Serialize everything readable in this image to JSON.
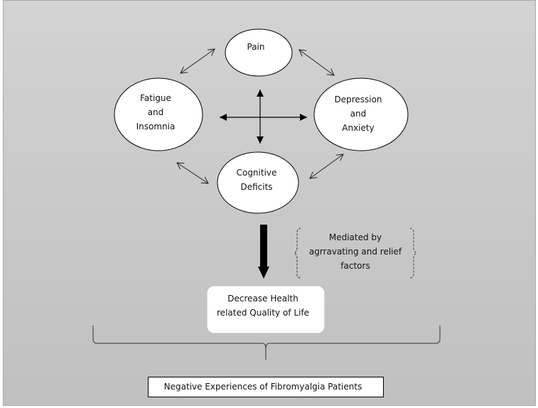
{
  "diagram": {
    "nodes": {
      "pain": {
        "lines": [
          "Pain"
        ]
      },
      "fatigue": {
        "lines": [
          "Fatigue",
          "and",
          "Insomnia"
        ]
      },
      "depression": {
        "lines": [
          "Depression",
          "and",
          "Anxiety"
        ]
      },
      "cognitive": {
        "lines": [
          "Cognitive",
          "Deficits"
        ]
      }
    },
    "mediator": {
      "lines": [
        "Mediated by",
        "agrravating and relief",
        "factors"
      ]
    },
    "outcome": {
      "lines": [
        "Decrease Health",
        "related Quality of Life"
      ]
    },
    "conclusion": {
      "label": "Negative Experiences of Fibromyalgia Patients"
    },
    "edges": [
      {
        "from": "pain",
        "to": "fatigue",
        "type": "bidirectional"
      },
      {
        "from": "pain",
        "to": "depression",
        "type": "bidirectional"
      },
      {
        "from": "fatigue",
        "to": "cognitive",
        "type": "bidirectional"
      },
      {
        "from": "cognitive",
        "to": "depression",
        "type": "bidirectional"
      },
      {
        "from": "pain",
        "to": "cognitive",
        "type": "bidirectional-filled"
      },
      {
        "from": "fatigue",
        "to": "depression",
        "type": "bidirectional-filled"
      },
      {
        "from": "symptoms",
        "to": "outcome",
        "type": "thick-arrow"
      }
    ],
    "colors": {
      "node_fill": "#ffffff",
      "stroke": "#000000",
      "background_top": "#d3d3d3",
      "background_bottom": "#c0c0c0"
    }
  }
}
